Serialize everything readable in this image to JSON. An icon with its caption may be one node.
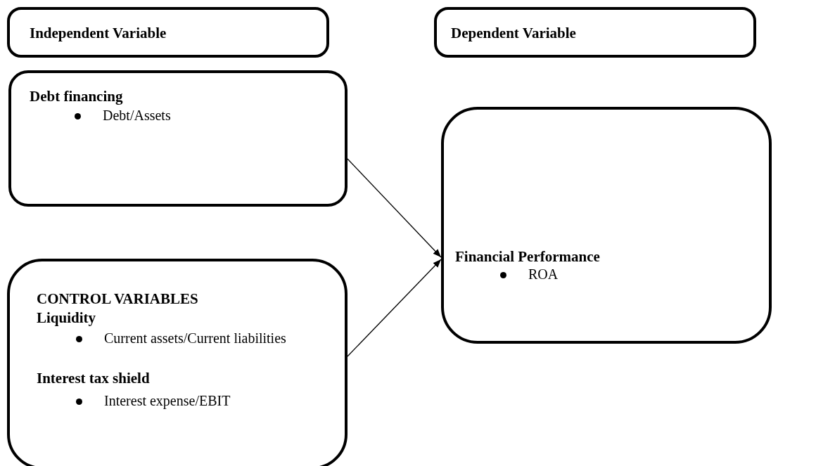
{
  "diagram": {
    "nodes": [
      {
        "text": [
          "Independent Variable"
        ]
      },
      {
        "text": [
          "Dependent Variable"
        ]
      },
      {
        "text": [
          "Debt financing",
          "Debt/Assets"
        ]
      },
      {
        "text": [
          "CONTROL VARIABLES",
          "Liquidity",
          "Current assets/Current liabilities",
          "Interest tax shield",
          "Interest expense/EBIT"
        ]
      },
      {
        "text": [
          "Financial Performance",
          "ROA"
        ]
      }
    ],
    "edges": [
      {
        "from": 2,
        "to": 4,
        "arrow": "to"
      },
      {
        "from": 3,
        "to": 4,
        "arrow": "to"
      }
    ]
  }
}
